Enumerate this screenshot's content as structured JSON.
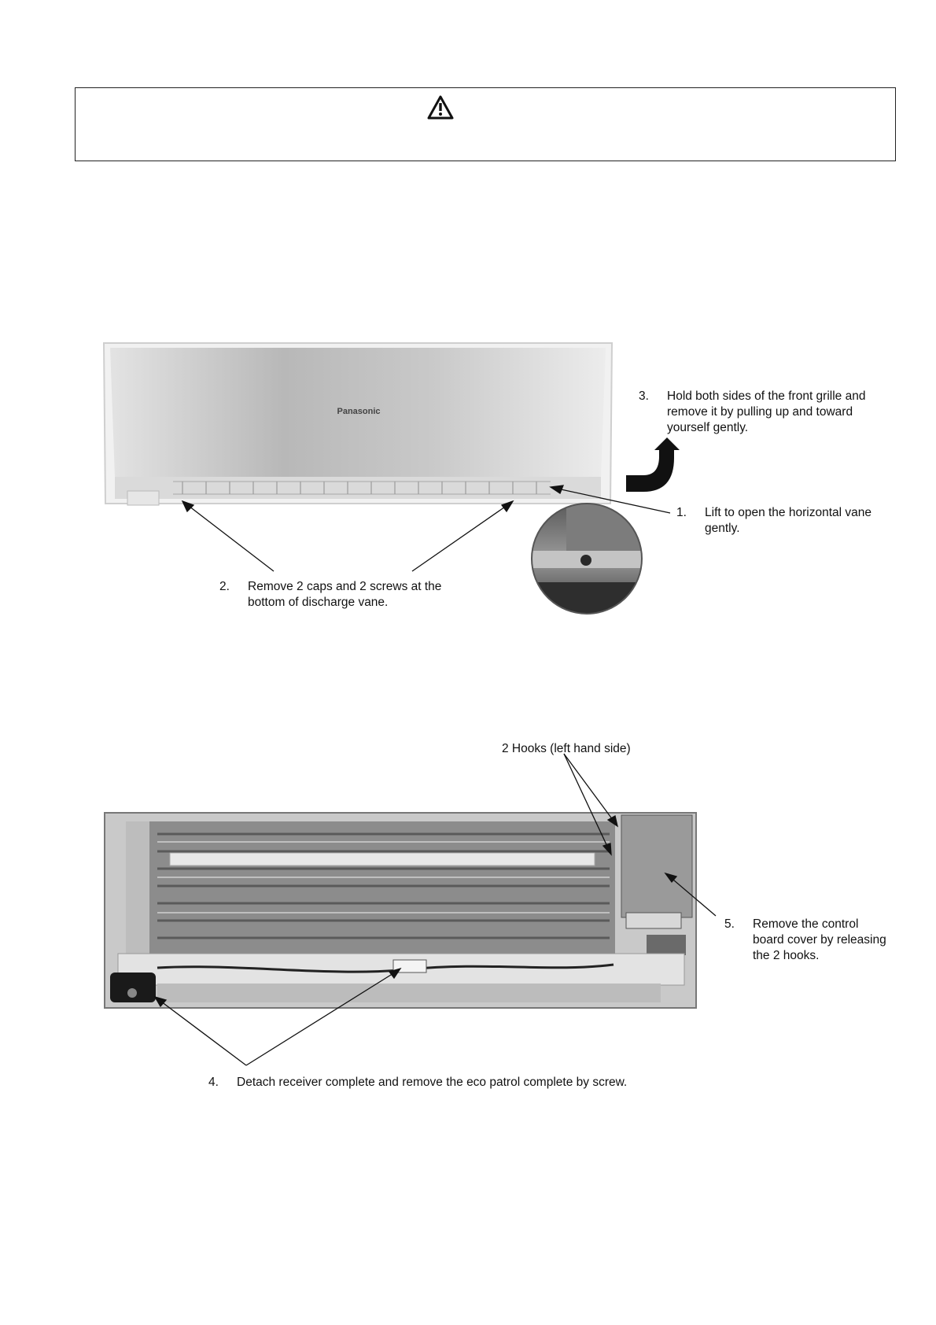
{
  "warning": {
    "icon": "warning-triangle-icon"
  },
  "figure1": {
    "brand": "Panasonic",
    "steps": [
      {
        "num": "1.",
        "text": "Lift to open the horizontal vane gently."
      },
      {
        "num": "2.",
        "text": "Remove 2 caps and 2 screws at the bottom of discharge vane."
      },
      {
        "num": "3.",
        "text": "Hold both sides of the front grille and remove it by pulling up and toward yourself gently."
      }
    ]
  },
  "figure2": {
    "hooks_label": "2 Hooks (left hand side)",
    "steps": [
      {
        "num": "4.",
        "text": "Detach receiver complete and remove the eco patrol complete by screw."
      },
      {
        "num": "5.",
        "text": "Remove the control board cover by releasing the 2 hooks."
      }
    ]
  }
}
